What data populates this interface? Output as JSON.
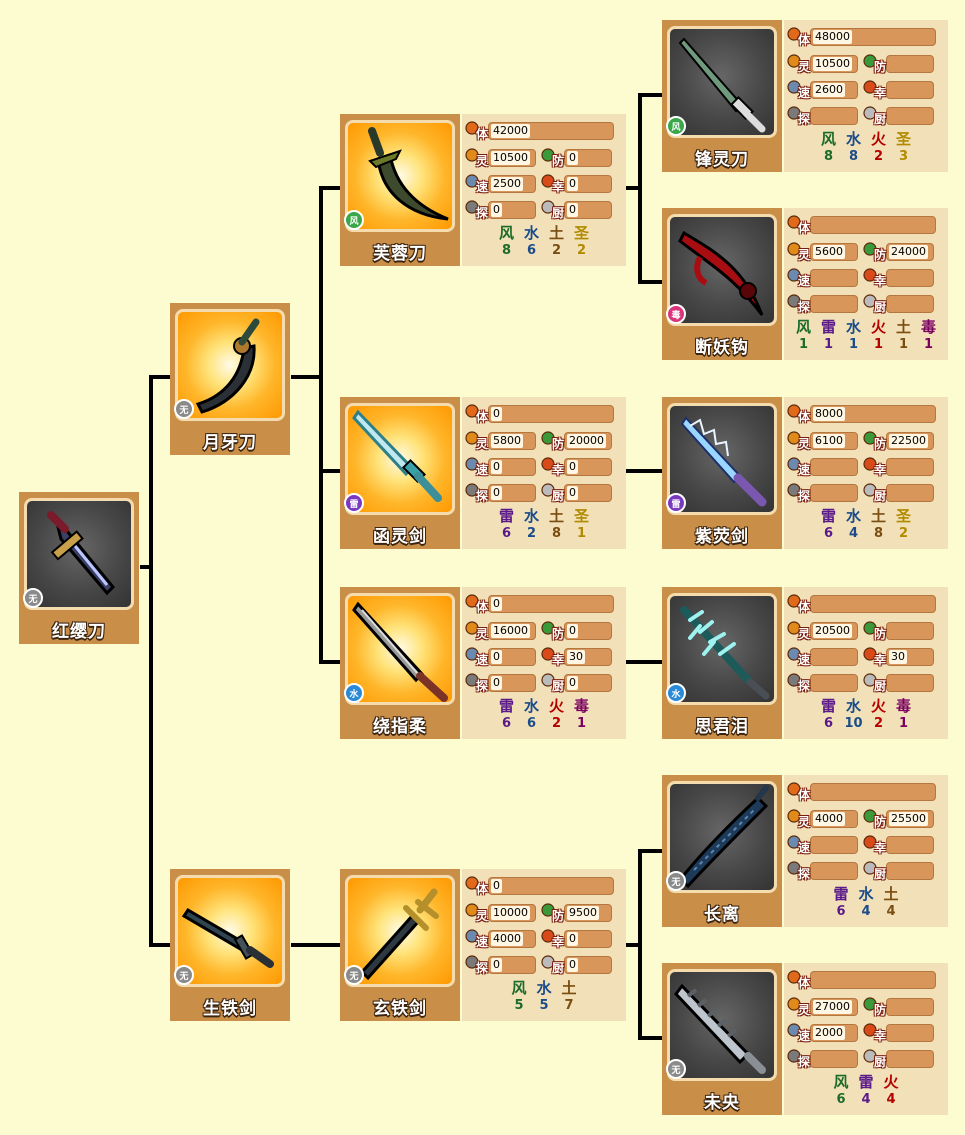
{
  "nodes": {
    "n1": {
      "name": "红缨刀",
      "badge": "无"
    },
    "n2": {
      "name": "月牙刀",
      "badge": "无"
    },
    "n3": {
      "name": "芙蓉刀",
      "badge": "风",
      "stats": {
        "ti": "42000",
        "ling": "10500",
        "fang": "0",
        "su": "2500",
        "xing": "0",
        "tan": "0",
        "chu": "0"
      },
      "elements": [
        {
          "n": "风",
          "v": "8"
        },
        {
          "n": "水",
          "v": "6"
        },
        {
          "n": "土",
          "v": "2"
        },
        {
          "n": "圣",
          "v": "2"
        }
      ]
    },
    "n4": {
      "name": "锋灵刀",
      "badge": "风",
      "stats": {
        "ti": "48000",
        "ling": "10500",
        "fang": "",
        "su": "2600",
        "xing": "",
        "tan": "",
        "chu": ""
      },
      "elements": [
        {
          "n": "风",
          "v": "8"
        },
        {
          "n": "水",
          "v": "8"
        },
        {
          "n": "火",
          "v": "2"
        },
        {
          "n": "圣",
          "v": "3"
        }
      ]
    },
    "n5": {
      "name": "断妖钩",
      "badge": "毒",
      "stats": {
        "ti": "",
        "ling": "5600",
        "fang": "24000",
        "su": "",
        "xing": "",
        "tan": "",
        "chu": ""
      },
      "elements": [
        {
          "n": "风",
          "v": "1"
        },
        {
          "n": "雷",
          "v": "1"
        },
        {
          "n": "水",
          "v": "1"
        },
        {
          "n": "火",
          "v": "1"
        },
        {
          "n": "土",
          "v": "1"
        },
        {
          "n": "毒",
          "v": "1"
        }
      ]
    },
    "n6": {
      "name": "函灵剑",
      "badge": "雷",
      "stats": {
        "ti": "0",
        "ling": "5800",
        "fang": "20000",
        "su": "0",
        "xing": "0",
        "tan": "0",
        "chu": "0"
      },
      "elements": [
        {
          "n": "雷",
          "v": "6"
        },
        {
          "n": "水",
          "v": "2"
        },
        {
          "n": "土",
          "v": "8"
        },
        {
          "n": "圣",
          "v": "1"
        }
      ]
    },
    "n7": {
      "name": "紫荧剑",
      "badge": "雷",
      "stats": {
        "ti": "8000",
        "ling": "6100",
        "fang": "22500",
        "su": "",
        "xing": "",
        "tan": "",
        "chu": ""
      },
      "elements": [
        {
          "n": "雷",
          "v": "6"
        },
        {
          "n": "水",
          "v": "4"
        },
        {
          "n": "土",
          "v": "8"
        },
        {
          "n": "圣",
          "v": "2"
        }
      ]
    },
    "n8": {
      "name": "绕指柔",
      "badge": "水",
      "stats": {
        "ti": "0",
        "ling": "16000",
        "fang": "0",
        "su": "0",
        "xing": "30",
        "tan": "0",
        "chu": "0"
      },
      "elements": [
        {
          "n": "雷",
          "v": "6"
        },
        {
          "n": "水",
          "v": "6"
        },
        {
          "n": "火",
          "v": "2"
        },
        {
          "n": "毒",
          "v": "1"
        }
      ]
    },
    "n9": {
      "name": "思君泪",
      "badge": "水",
      "stats": {
        "ti": "",
        "ling": "20500",
        "fang": "",
        "su": "",
        "xing": "30",
        "tan": "",
        "chu": ""
      },
      "elements": [
        {
          "n": "雷",
          "v": "6"
        },
        {
          "n": "水",
          "v": "10"
        },
        {
          "n": "火",
          "v": "2"
        },
        {
          "n": "毒",
          "v": "1"
        }
      ]
    },
    "n10": {
      "name": "生铁剑",
      "badge": "无"
    },
    "n11": {
      "name": "玄铁剑",
      "badge": "无",
      "stats": {
        "ti": "0",
        "ling": "10000",
        "fang": "9500",
        "su": "4000",
        "xing": "0",
        "tan": "0",
        "chu": "0"
      },
      "elements": [
        {
          "n": "风",
          "v": "5"
        },
        {
          "n": "水",
          "v": "5"
        },
        {
          "n": "土",
          "v": "7"
        }
      ]
    },
    "n12": {
      "name": "长离",
      "badge": "无",
      "stats": {
        "ti": "",
        "ling": "4000",
        "fang": "25500",
        "su": "",
        "xing": "",
        "tan": "",
        "chu": ""
      },
      "elements": [
        {
          "n": "雷",
          "v": "6"
        },
        {
          "n": "水",
          "v": "4"
        },
        {
          "n": "土",
          "v": "4"
        }
      ]
    },
    "n13": {
      "name": "未央",
      "badge": "无",
      "stats": {
        "ti": "",
        "ling": "27000",
        "fang": "",
        "su": "2000",
        "xing": "",
        "tan": "",
        "chu": ""
      },
      "elements": [
        {
          "n": "风",
          "v": "6"
        },
        {
          "n": "雷",
          "v": "4"
        },
        {
          "n": "火",
          "v": "4"
        }
      ]
    }
  },
  "stat_labels": {
    "ti": "体",
    "ling": "灵",
    "fang": "防",
    "su": "速",
    "xing": "幸",
    "tan": "探",
    "chu": "厨"
  },
  "colors": {
    "background": "#fcfcd0",
    "card": "#c98f49",
    "stats_panel": "#f2e1b8",
    "bar": "#d9965a"
  }
}
